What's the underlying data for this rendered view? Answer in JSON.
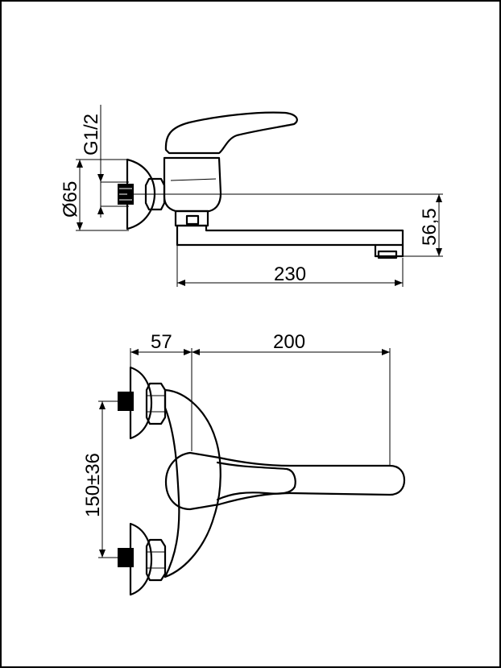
{
  "side_view": {
    "thread_label": "G1/2",
    "diameter_label": "Ø65",
    "height_label": "56,5",
    "length_label": "230"
  },
  "top_view": {
    "offset_label": "57",
    "spout_label": "200",
    "spacing_label": "150±36"
  }
}
